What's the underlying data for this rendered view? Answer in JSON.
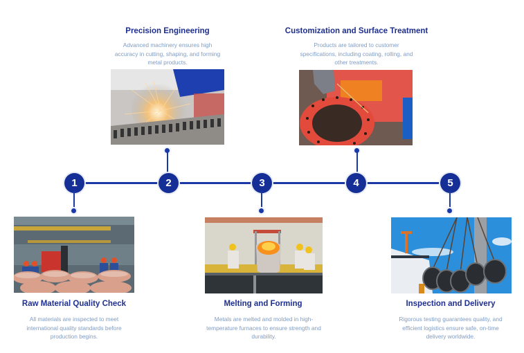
{
  "colors": {
    "primary": "#162f96",
    "line": "#1a38a6",
    "title": "#1e2f8f",
    "description": "#7f9cc4"
  },
  "steps": [
    {
      "number": "1",
      "title": "Raw Material Quality Check",
      "description": "All materials are inspected to meet international quality standards before production begins.",
      "image": "copper-wire-coils-warehouse-workers-forklift",
      "position": "bottom"
    },
    {
      "number": "2",
      "title": "Precision Engineering",
      "description": "Advanced machinery ensures high accuracy in cutting, shaping, and forming metal products.",
      "image": "laser-cutting-sparks-metal-sheet",
      "position": "top"
    },
    {
      "number": "3",
      "title": "Melting and Forming",
      "description": "Metals are melted and molded in high-temperature furnaces to ensure strength and durability.",
      "image": "molten-metal-ladle-workers-protective-suits",
      "position": "bottom"
    },
    {
      "number": "4",
      "title": "Customization and Surface Treatment",
      "description": "Products are tailored to customer specifications, including coating, rolling, and other treatments.",
      "image": "painting-red-pipe-flange",
      "position": "top"
    },
    {
      "number": "5",
      "title": "Inspection and Delivery",
      "description": "Rigorous testing guarantees quality, and efficient logistics ensure safe, on-time delivery worldwide.",
      "image": "crane-loading-wire-coils-onto-ship",
      "position": "bottom"
    }
  ]
}
